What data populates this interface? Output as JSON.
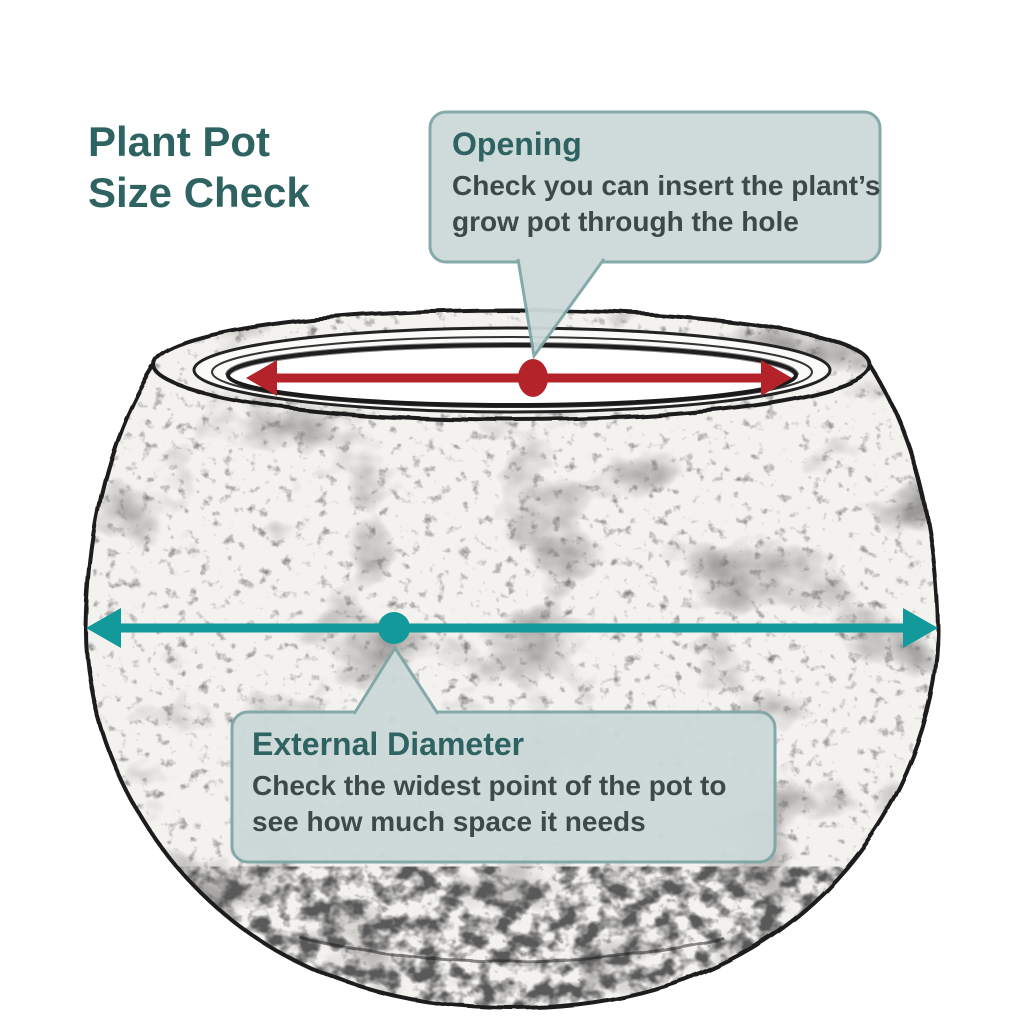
{
  "title": {
    "line1": "Plant Pot",
    "line2": "Size Check"
  },
  "callouts": {
    "opening": {
      "heading": "Opening",
      "body": "Check you can insert the plant’s grow pot through the hole"
    },
    "external_diameter": {
      "heading": "External Diameter",
      "body": "Check the widest point of the pot to see how much space it needs"
    }
  },
  "colors": {
    "background": "#ffffff",
    "title_text": "#2e6362",
    "heading_text": "#2e6362",
    "body_text": "#3e4848",
    "callout_fill": "#cdd9d9",
    "callout_border": "#7fa6a6",
    "opening_arrow": "#b5232a",
    "diameter_arrow": "#12999b",
    "sketch_line": "#1c1c1c"
  }
}
